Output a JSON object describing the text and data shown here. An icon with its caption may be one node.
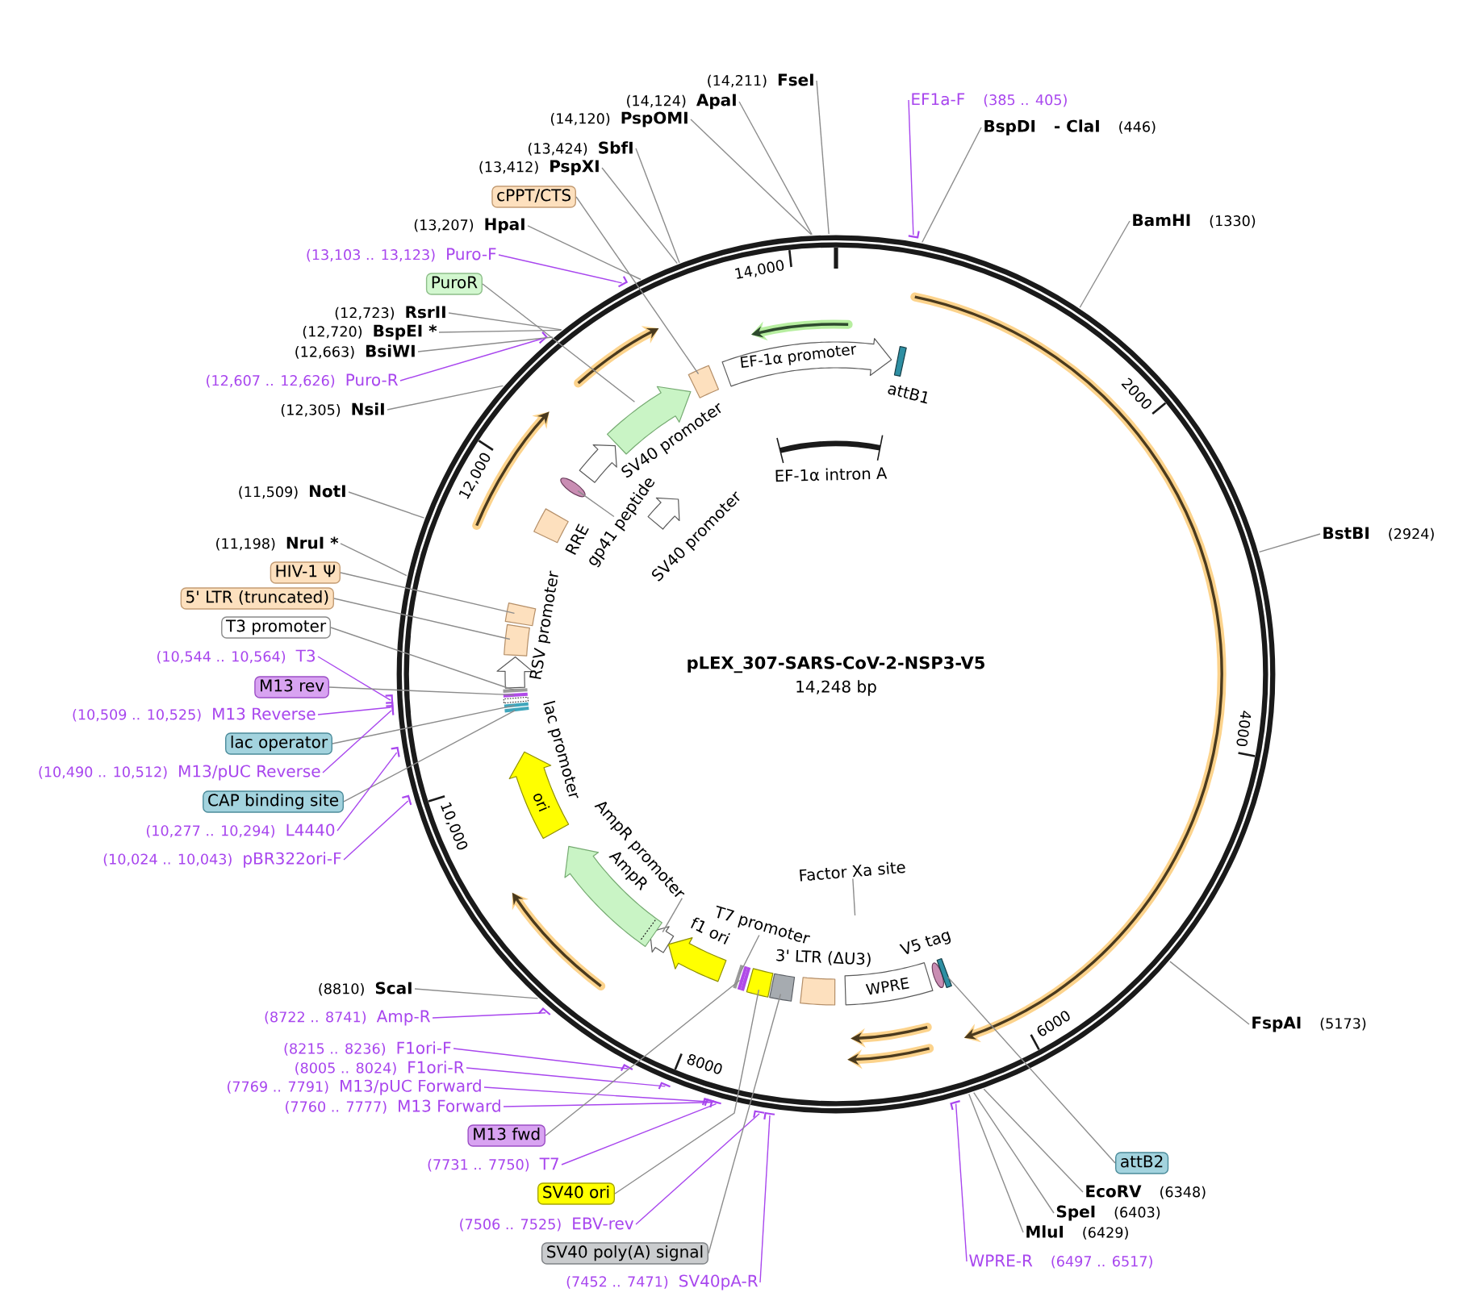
{
  "diagram": {
    "title": "pLEX_307-SARS-CoV-2-NSP3-V5",
    "nodes": [
      {
        "text": [
          "(14,211)",
          "FseI"
        ]
      },
      {
        "text": [
          "(14,124)",
          "ApaI"
        ]
      },
      {
        "text": [
          "(14,120)",
          "PspOMI"
        ]
      },
      {
        "text": [
          "(13,424)",
          "SbfI"
        ]
      },
      {
        "text": [
          "(13,412)",
          "PspXI"
        ]
      },
      {
        "text": [
          "cPPT/CTS"
        ]
      },
      {
        "text": [
          "(13,207)",
          "HpaI"
        ]
      },
      {
        "text": [
          "(13,103 .. 13,123)",
          "Puro-F"
        ]
      },
      {
        "text": [
          "PuroR"
        ]
      },
      {
        "text": [
          "(12,723)",
          "RsrII"
        ]
      },
      {
        "text": [
          "(12,720)",
          "BspEI *"
        ]
      },
      {
        "text": [
          "(12,663)",
          "BsiWI"
        ]
      },
      {
        "text": [
          "(12,607 .. 12,626)",
          "Puro-R"
        ]
      },
      {
        "text": [
          "(12,305)",
          "NsiI"
        ]
      },
      {
        "text": [
          "(11,509)",
          "NotI"
        ]
      },
      {
        "text": [
          "(11,198)",
          "NruI *"
        ]
      },
      {
        "text": [
          "HIV-1 Ψ"
        ]
      },
      {
        "text": [
          "5' LTR (truncated)"
        ]
      },
      {
        "text": [
          "T3 promoter"
        ]
      },
      {
        "text": [
          "(10,544 .. 10,564)",
          "T3"
        ]
      },
      {
        "text": [
          "M13 rev"
        ]
      },
      {
        "text": [
          "(10,509 .. 10,525)",
          "M13 Reverse"
        ]
      },
      {
        "text": [
          "lac operator"
        ]
      },
      {
        "text": [
          "(10,490 .. 10,512)",
          "M13/pUC Reverse"
        ]
      },
      {
        "text": [
          "CAP binding site"
        ]
      },
      {
        "text": [
          "(10,277 .. 10,294)",
          "L4440"
        ]
      },
      {
        "text": [
          "(10,024 .. 10,043)",
          "pBR322ori-F"
        ]
      },
      {
        "text": [
          "(8810)",
          "ScaI"
        ]
      },
      {
        "text": [
          "(8722 .. 8741)",
          "Amp-R"
        ]
      },
      {
        "text": [
          "(8215 .. 8236)",
          "F1ori-F"
        ]
      },
      {
        "text": [
          "(8005 .. 8024)",
          "F1ori-R"
        ]
      },
      {
        "text": [
          "(7769 .. 7791)",
          "M13/pUC Forward"
        ]
      },
      {
        "text": [
          "(7760 .. 7777)",
          "M13 Forward"
        ]
      },
      {
        "text": [
          "M13 fwd"
        ]
      },
      {
        "text": [
          "(7731 .. 7750)",
          "T7"
        ]
      },
      {
        "text": [
          "SV40 ori"
        ]
      },
      {
        "text": [
          "(7506 .. 7525)",
          "EBV-rev"
        ]
      },
      {
        "text": [
          "SV40 poly(A) signal"
        ]
      },
      {
        "text": [
          "(7452 .. 7471)",
          "SV40pA-R"
        ]
      },
      {
        "text": [
          "EF1a-F",
          "(385 .. 405)"
        ]
      },
      {
        "text": [
          "BspDI",
          "- ClaI",
          "(446)"
        ]
      },
      {
        "text": [
          "BamHI",
          "(1330)"
        ]
      },
      {
        "text": [
          "BstBI",
          "(2924)"
        ]
      },
      {
        "text": [
          "FspAI",
          "(5173)"
        ]
      },
      {
        "text": [
          "attB2"
        ]
      },
      {
        "text": [
          "EcoRV",
          "(6348)"
        ]
      },
      {
        "text": [
          "SpeI",
          "(6403)"
        ]
      },
      {
        "text": [
          "MluI",
          "(6429)"
        ]
      },
      {
        "text": [
          "WPRE-R",
          "(6497 .. 6517)"
        ]
      },
      {
        "text": [
          "EF-1α promoter"
        ]
      },
      {
        "text": [
          "attB1"
        ]
      },
      {
        "text": [
          "EF-1α intron A"
        ]
      },
      {
        "text": [],
        "shape": "box"
      },
      {
        "text": [],
        "shape": "arrow"
      },
      {
        "text": [
          "SV40 promoter"
        ]
      },
      {
        "text": [],
        "shape": "ellipse"
      },
      {
        "text": [
          "gp41 peptide"
        ]
      },
      {
        "text": [
          "RRE"
        ]
      },
      {
        "text": [
          "SV40 promoter"
        ]
      },
      {
        "text": [],
        "shape": "box"
      },
      {
        "text": [],
        "shape": "box"
      },
      {
        "text": [
          "RSV promoter"
        ]
      },
      {
        "text": [],
        "shape": "bar"
      },
      {
        "text": [],
        "shape": "bar"
      },
      {
        "text": [],
        "shape": "bar"
      },
      {
        "text": [],
        "shape": "bar"
      },
      {
        "text": [
          "lac promoter"
        ]
      },
      {
        "text": [
          "ori"
        ]
      },
      {
        "text": [
          "AmpR promoter"
        ]
      },
      {
        "text": [],
        "shape": "arrow"
      },
      {
        "text": [
          "AmpR"
        ]
      },
      {
        "text": [
          "f1 ori"
        ]
      },
      {
        "text": [
          "T7 promoter"
        ]
      },
      {
        "text": [],
        "shape": "bar"
      },
      {
        "text": [],
        "shape": "bar"
      },
      {
        "text": [],
        "shape": "box"
      },
      {
        "text": [],
        "shape": "box"
      },
      {
        "text": [
          "3' LTR (ΔU3)"
        ]
      },
      {
        "text": [
          "Factor Xa site"
        ]
      },
      {
        "text": [
          "WPRE"
        ]
      },
      {
        "text": [
          "V5 tag"
        ]
      },
      {
        "text": [],
        "shape": "bar"
      }
    ],
    "edges": [
      {
        "from": 0,
        "to": null,
        "arrow": "none"
      },
      {
        "from": 1,
        "to": null,
        "arrow": "none"
      },
      {
        "from": 2,
        "to": null,
        "arrow": "none"
      },
      {
        "from": 3,
        "to": null,
        "arrow": "none"
      },
      {
        "from": 4,
        "to": null,
        "arrow": "none"
      },
      {
        "from": 5,
        "to": 52,
        "arrow": "none"
      },
      {
        "from": 6,
        "to": null,
        "arrow": "none"
      },
      {
        "from": 7,
        "to": null,
        "arrow": "none",
        "color": "#a846ee"
      },
      {
        "from": 8,
        "to": 53,
        "arrow": "none"
      },
      {
        "from": 9,
        "to": null,
        "arrow": "none"
      },
      {
        "from": 10,
        "to": null,
        "arrow": "none"
      },
      {
        "from": 11,
        "to": null,
        "arrow": "none"
      },
      {
        "from": 12,
        "to": null,
        "arrow": "none",
        "color": "#a846ee"
      },
      {
        "from": 13,
        "to": null,
        "arrow": "none"
      },
      {
        "from": 14,
        "to": null,
        "arrow": "none"
      },
      {
        "from": 15,
        "to": null,
        "arrow": "none"
      },
      {
        "from": 16,
        "to": 59,
        "arrow": "none"
      },
      {
        "from": 17,
        "to": 60,
        "arrow": "none"
      },
      {
        "from": 18,
        "to": 62,
        "arrow": "none"
      },
      {
        "from": 19,
        "to": null,
        "arrow": "none",
        "color": "#a846ee"
      },
      {
        "from": 20,
        "to": 63,
        "arrow": "none"
      },
      {
        "from": 21,
        "to": null,
        "arrow": "none",
        "color": "#a846ee"
      },
      {
        "from": 22,
        "to": 64,
        "arrow": "none"
      },
      {
        "from": 23,
        "to": null,
        "arrow": "none",
        "color": "#a846ee"
      },
      {
        "from": 24,
        "to": 65,
        "arrow": "none"
      },
      {
        "from": 25,
        "to": null,
        "arrow": "none",
        "color": "#a846ee"
      },
      {
        "from": 26,
        "to": null,
        "arrow": "none",
        "color": "#a846ee"
      },
      {
        "from": 27,
        "to": null,
        "arrow": "none"
      },
      {
        "from": 28,
        "to": null,
        "arrow": "none",
        "color": "#a846ee"
      },
      {
        "from": 29,
        "to": null,
        "arrow": "none",
        "color": "#a846ee"
      },
      {
        "from": 30,
        "to": null,
        "arrow": "none",
        "color": "#a846ee"
      },
      {
        "from": 31,
        "to": null,
        "arrow": "none",
        "color": "#a846ee"
      },
      {
        "from": 32,
        "to": null,
        "arrow": "none",
        "color": "#a846ee"
      },
      {
        "from": 33,
        "to": 74,
        "arrow": "none"
      },
      {
        "from": 34,
        "to": null,
        "arrow": "none",
        "color": "#a846ee"
      },
      {
        "from": 35,
        "to": 75,
        "arrow": "none"
      },
      {
        "from": 36,
        "to": null,
        "arrow": "none",
        "color": "#a846ee"
      },
      {
        "from": 37,
        "to": 76,
        "arrow": "none"
      },
      {
        "from": 38,
        "to": null,
        "arrow": "none",
        "color": "#a846ee"
      },
      {
        "from": 39,
        "to": null,
        "arrow": "none",
        "color": "#a846ee"
      },
      {
        "from": 40,
        "to": null,
        "arrow": "none"
      },
      {
        "from": 41,
        "to": null,
        "arrow": "none"
      },
      {
        "from": 42,
        "to": null,
        "arrow": "none"
      },
      {
        "from": 43,
        "to": null,
        "arrow": "none"
      },
      {
        "from": 44,
        "to": 81,
        "arrow": "none"
      },
      {
        "from": 45,
        "to": null,
        "arrow": "none"
      },
      {
        "from": 46,
        "to": null,
        "arrow": "none"
      },
      {
        "from": 47,
        "to": null,
        "arrow": "none"
      },
      {
        "from": 48,
        "to": null,
        "arrow": "none",
        "color": "#a846ee"
      },
      {
        "from": 56,
        "to": 55,
        "arrow": "none"
      },
      {
        "from": 68,
        "to": 69,
        "arrow": "none"
      },
      {
        "from": 72,
        "to": 73,
        "arrow": "none"
      },
      {
        "from": 78,
        "to": null,
        "arrow": "none"
      }
    ],
    "labels": [
      "14,248 bp",
      "14,000",
      "2000",
      "4000",
      "6000",
      "8000",
      "10,000",
      "12,000"
    ]
  }
}
